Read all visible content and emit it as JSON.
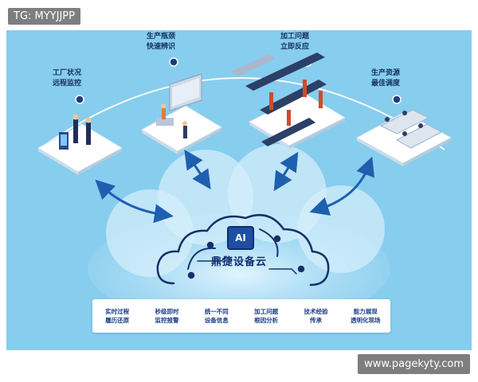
{
  "watermark_top": "TG: MYYJJPP",
  "watermark_bottom": "www.pagekyty.com",
  "diagram": {
    "center_title": "鼎捷设备云",
    "center_badge": "AI",
    "nodes": [
      {
        "id": "factory",
        "line1": "工厂状况",
        "line2": "远程监控"
      },
      {
        "id": "bottleneck",
        "line1": "生产瓶颈",
        "line2": "快速辨识"
      },
      {
        "id": "processing",
        "line1": "加工问题",
        "line2": "立即反应"
      },
      {
        "id": "resources",
        "line1": "生产资源",
        "line2": "最佳调度"
      }
    ],
    "features": [
      {
        "line1": "实时过程",
        "line2": "履历还原"
      },
      {
        "line1": "秒级即时",
        "line2": "监控报警"
      },
      {
        "line1": "统一不同",
        "line2": "设备信息"
      },
      {
        "line1": "加工问题",
        "line2": "根因分析"
      },
      {
        "line1": "技术经验",
        "line2": "传承"
      },
      {
        "line1": "能力展现",
        "line2": "透明化现场"
      }
    ]
  }
}
